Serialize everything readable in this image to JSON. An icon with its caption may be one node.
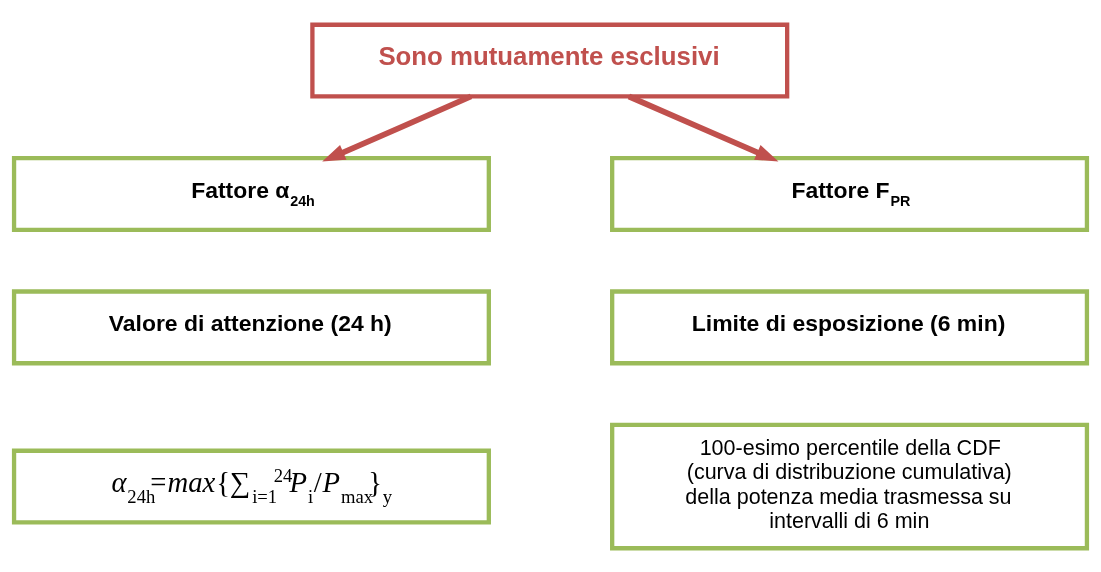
{
  "diagram": {
    "nodes": [
      {
        "text": [
          "Sono mutuamente esclusivi"
        ]
      },
      {
        "text": [
          "Fattore α$_{24h}$"
        ]
      },
      {
        "text": [
          "Fattore F$_{PR}$"
        ]
      },
      {
        "text": [
          "Valore di attenzione (24 h)"
        ]
      },
      {
        "text": [
          "Limite di esposizione (6 min)"
        ]
      },
      {
        "text": [
          "*α*$_{24h}$=*max*{∑$_{i=1}$$^{24}$*P*$_{i}$/*P*$_{max}$}$_{y}$"
        ]
      },
      {
        "text": [
          "100-esimo percentile della CDF (curva di distribuzione cumulativa) della potenza media trasmessa su intervalli di 6 min"
        ]
      }
    ],
    "edges": [
      {
        "from": 0,
        "to": 1,
        "arrow": "to"
      },
      {
        "from": 0,
        "to": 2,
        "arrow": "to"
      }
    ]
  }
}
